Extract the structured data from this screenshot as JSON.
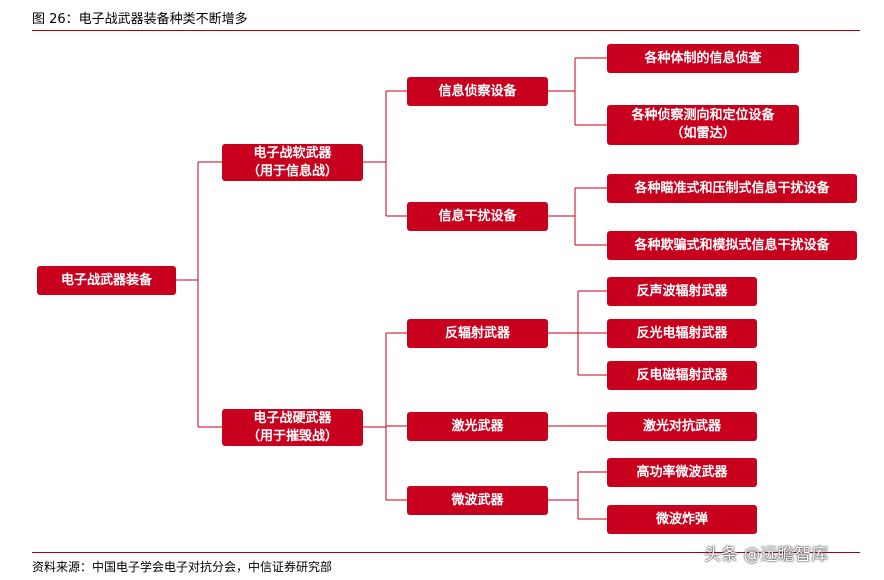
{
  "header": {
    "title": "图 26：电子战武器装备种类不断增多"
  },
  "footer": {
    "source": "资料来源：中国电子学会电子对抗分会，中信证券研究部",
    "watermark": "头条 @远瞻智库"
  },
  "tree": {
    "root": "电子战武器装备",
    "soft": {
      "label": "电子战软武器\n（用于信息战）",
      "recon": {
        "label": "信息侦察设备",
        "items": [
          "各种体制的信息侦查",
          "各种侦察测向和定位设备\n（如雷达）"
        ]
      },
      "jam": {
        "label": "信息干扰设备",
        "items": [
          "各种瞄准式和压制式信息干扰设备",
          "各种欺骗式和模拟式信息干扰设备"
        ]
      }
    },
    "hard": {
      "label": "电子战硬武器\n（用于摧毁战）",
      "antirad": {
        "label": "反辐射武器",
        "items": [
          "反声波辐射武器",
          "反光电辐射武器",
          "反电磁辐射武器"
        ]
      },
      "laser": {
        "label": "激光武器",
        "items": [
          "激光对抗武器"
        ]
      },
      "microwave": {
        "label": "微波武器",
        "items": [
          "高功率微波武器",
          "微波炸弹"
        ]
      }
    }
  }
}
